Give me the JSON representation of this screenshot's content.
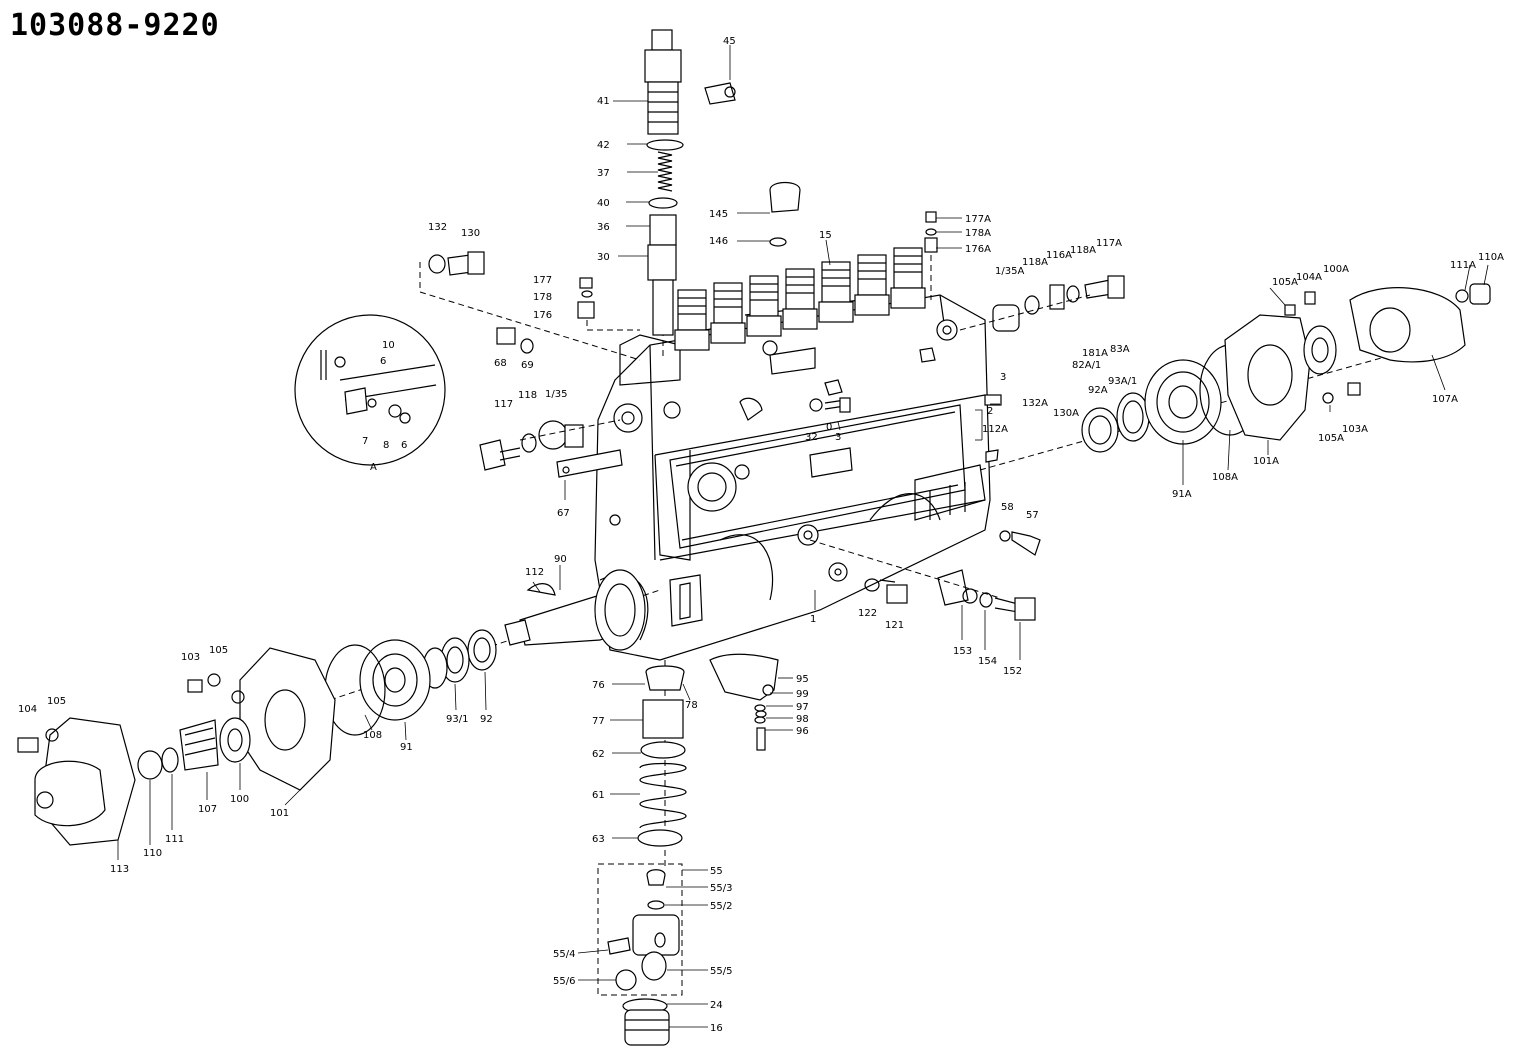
{
  "title": "103088-9220",
  "detail_label": "A",
  "callouts": [
    {
      "id": "45",
      "label": "45"
    },
    {
      "id": "41",
      "label": "41"
    },
    {
      "id": "42",
      "label": "42"
    },
    {
      "id": "37",
      "label": "37"
    },
    {
      "id": "40",
      "label": "40"
    },
    {
      "id": "36",
      "label": "36"
    },
    {
      "id": "30",
      "label": "30"
    },
    {
      "id": "145",
      "label": "145"
    },
    {
      "id": "146",
      "label": "146"
    },
    {
      "id": "15",
      "label": "15"
    },
    {
      "id": "177A",
      "label": "177A"
    },
    {
      "id": "178A",
      "label": "178A"
    },
    {
      "id": "176A",
      "label": "176A"
    },
    {
      "id": "132",
      "label": "132"
    },
    {
      "id": "130",
      "label": "130"
    },
    {
      "id": "177",
      "label": "177"
    },
    {
      "id": "178",
      "label": "178"
    },
    {
      "id": "176",
      "label": "176"
    },
    {
      "id": "135A",
      "label": "1/35A"
    },
    {
      "id": "118A_a",
      "label": "118A"
    },
    {
      "id": "116A",
      "label": "116A"
    },
    {
      "id": "118A_b",
      "label": "118A"
    },
    {
      "id": "117A",
      "label": "117A"
    },
    {
      "id": "105A_top",
      "label": "105A"
    },
    {
      "id": "104A",
      "label": "104A"
    },
    {
      "id": "100A",
      "label": "100A"
    },
    {
      "id": "111A",
      "label": "111A"
    },
    {
      "id": "110A",
      "label": "110A"
    },
    {
      "id": "10",
      "label": "10"
    },
    {
      "id": "6a",
      "label": "6"
    },
    {
      "id": "7",
      "label": "7"
    },
    {
      "id": "8",
      "label": "8"
    },
    {
      "id": "6b",
      "label": "6"
    },
    {
      "id": "68",
      "label": "68"
    },
    {
      "id": "69",
      "label": "69"
    },
    {
      "id": "181A",
      "label": "181A"
    },
    {
      "id": "83A",
      "label": "83A"
    },
    {
      "id": "82A1",
      "label": "82A/1"
    },
    {
      "id": "132A",
      "label": "132A"
    },
    {
      "id": "130A",
      "label": "130A"
    },
    {
      "id": "3a",
      "label": "3"
    },
    {
      "id": "2",
      "label": "2"
    },
    {
      "id": "112A",
      "label": "112A"
    },
    {
      "id": "92A",
      "label": "92A"
    },
    {
      "id": "93A1",
      "label": "93A/1"
    },
    {
      "id": "91A",
      "label": "91A"
    },
    {
      "id": "108A",
      "label": "108A"
    },
    {
      "id": "101A",
      "label": "101A"
    },
    {
      "id": "105A_bot",
      "label": "105A"
    },
    {
      "id": "103A",
      "label": "103A"
    },
    {
      "id": "107A",
      "label": "107A"
    },
    {
      "id": "117",
      "label": "117"
    },
    {
      "id": "118",
      "label": "118"
    },
    {
      "id": "135",
      "label": "1/35"
    },
    {
      "id": "32",
      "label": "32"
    },
    {
      "id": "0",
      "label": "0"
    },
    {
      "id": "3b",
      "label": "3"
    },
    {
      "id": "67",
      "label": "67"
    },
    {
      "id": "58",
      "label": "58"
    },
    {
      "id": "57",
      "label": "57"
    },
    {
      "id": "112",
      "label": "112"
    },
    {
      "id": "90",
      "label": "90"
    },
    {
      "id": "1",
      "label": "1"
    },
    {
      "id": "122",
      "label": "122"
    },
    {
      "id": "121",
      "label": "121"
    },
    {
      "id": "153",
      "label": "153"
    },
    {
      "id": "154",
      "label": "154"
    },
    {
      "id": "152",
      "label": "152"
    },
    {
      "id": "103",
      "label": "103"
    },
    {
      "id": "105",
      "label": "105"
    },
    {
      "id": "104",
      "label": "104"
    },
    {
      "id": "105b",
      "label": "105"
    },
    {
      "id": "108",
      "label": "108"
    },
    {
      "id": "91",
      "label": "91"
    },
    {
      "id": "931",
      "label": "93/1"
    },
    {
      "id": "92",
      "label": "92"
    },
    {
      "id": "101",
      "label": "101"
    },
    {
      "id": "100",
      "label": "100"
    },
    {
      "id": "107",
      "label": "107"
    },
    {
      "id": "111",
      "label": "111"
    },
    {
      "id": "110",
      "label": "110"
    },
    {
      "id": "113",
      "label": "113"
    },
    {
      "id": "76",
      "label": "76"
    },
    {
      "id": "78",
      "label": "78"
    },
    {
      "id": "77",
      "label": "77"
    },
    {
      "id": "62",
      "label": "62"
    },
    {
      "id": "61",
      "label": "61"
    },
    {
      "id": "63",
      "label": "63"
    },
    {
      "id": "95a",
      "label": "95"
    },
    {
      "id": "99",
      "label": "99"
    },
    {
      "id": "97",
      "label": "97"
    },
    {
      "id": "98",
      "label": "98"
    },
    {
      "id": "96",
      "label": "96"
    },
    {
      "id": "55",
      "label": "55"
    },
    {
      "id": "553",
      "label": "55/3"
    },
    {
      "id": "552",
      "label": "55/2"
    },
    {
      "id": "554",
      "label": "55/4"
    },
    {
      "id": "555",
      "label": "55/5"
    },
    {
      "id": "556",
      "label": "55/6"
    },
    {
      "id": "24",
      "label": "24"
    },
    {
      "id": "16",
      "label": "16"
    }
  ]
}
